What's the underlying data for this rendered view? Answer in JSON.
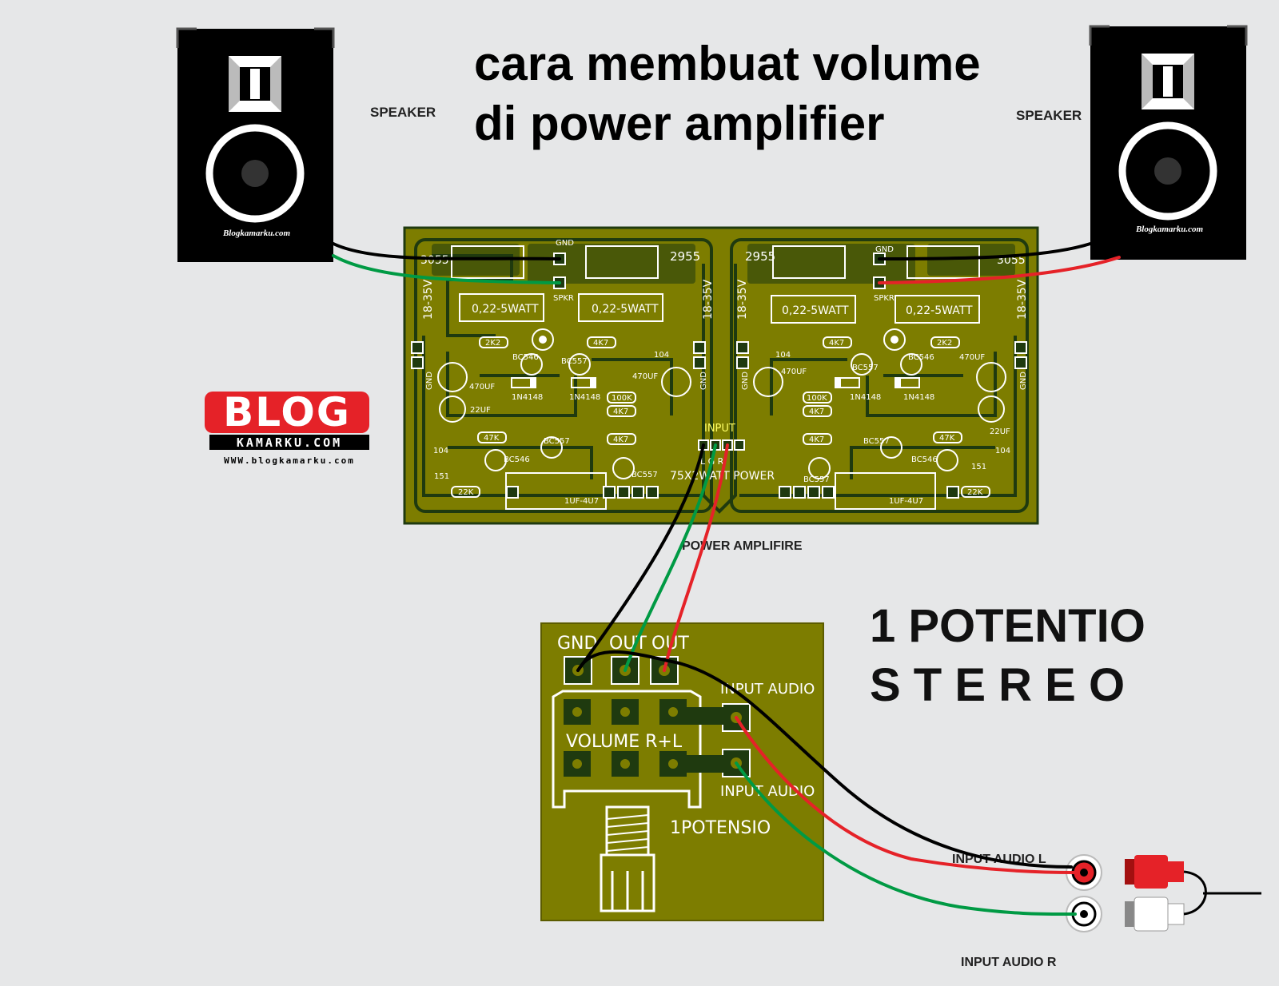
{
  "title": {
    "line1": "cara membuat volume",
    "line2": "di power amplifier"
  },
  "speakers": {
    "left_label": "SPEAKER",
    "right_label": "SPEAKER",
    "brand": "Blogkamarku.com"
  },
  "logo": {
    "main": "BLOG",
    "sub": "KAMARKU.COM",
    "url": "WWW.blogkamarku.com"
  },
  "amp_board": {
    "caption": "POWER AMPLIFIRE",
    "power_text": "75X2WATT POWER",
    "input_label": "INPUT",
    "input_pins": "L G R",
    "gnd": "GND",
    "spkr": "SPKR",
    "supply": "18-35V",
    "transistor": "2955",
    "transistor_alt": "3055",
    "resistor_big": "0,22-5WATT",
    "small_parts": {
      "r2k2": "2K2",
      "r4k7": "4K7",
      "r100k": "100K",
      "r47k": "47K",
      "r22k": "22K",
      "c104": "104",
      "c151": "151",
      "c470": "470UF",
      "c22": "22UF",
      "d1": "1N4148",
      "bc546": "BC546",
      "bc557": "BC557",
      "cap_1uf": "1UF-4U7"
    }
  },
  "pot_board": {
    "labels": {
      "gnd": "GND",
      "out1": "OUT",
      "out2": "OUT",
      "input_audio_top": "INPUT AUDIO",
      "input_audio_bottom": "INPUT AUDIO",
      "volume": "VOLUME R+L",
      "potensio": "1POTENSIO"
    }
  },
  "heading_right": {
    "line1": "1 POTENTIO",
    "line2": "S T E R E O"
  },
  "rca": {
    "left_label": "INPUT AUDIO L",
    "right_label": "INPUT AUDIO R"
  },
  "colors": {
    "background": "#e6e7e8",
    "pcb": "#7d7d00",
    "pcb_dark": "#1f3a0f",
    "wire_black": "#000000",
    "wire_green": "#009a44",
    "wire_red": "#e52228",
    "logo_red": "#e52228"
  }
}
